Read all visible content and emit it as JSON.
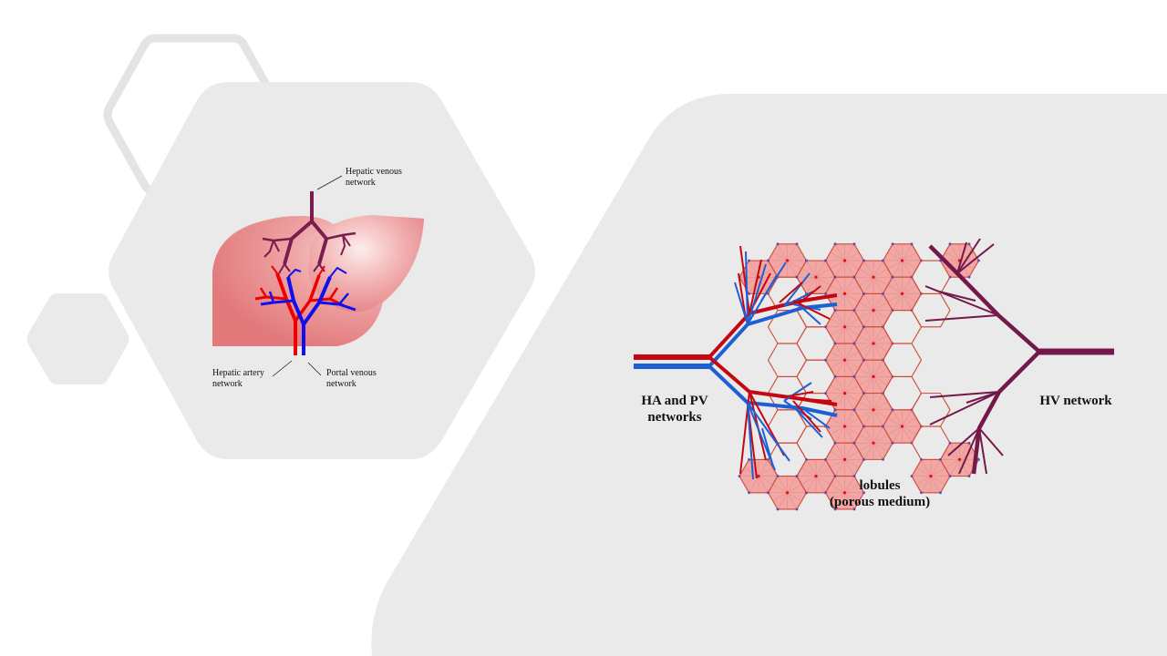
{
  "theme": {
    "panel": "#eaeaea",
    "outline": "#e6e6e6",
    "hepatic_artery": "#ee0000",
    "portal_vein": "#1010ee",
    "hepatic_vein": "#7a1d4e",
    "ha_right": "#c40812",
    "pv_right": "#1f5fd4",
    "hv_right": "#74184a",
    "lobule_fill": "#f1a7a4",
    "lobule_stroke": "#cf4a35",
    "liver": "#e47e80"
  },
  "liver_figure": {
    "hepatic_venous": "Hepatic venous\nnetwork",
    "hepatic_artery": "Hepatic artery\nnetwork",
    "portal_venous": "Portal venous\nnetwork"
  },
  "network_figure": {
    "inflow": "HA and PV\nnetworks",
    "outflow": "HV network",
    "lobules": "lobules\n(porous medium)"
  }
}
